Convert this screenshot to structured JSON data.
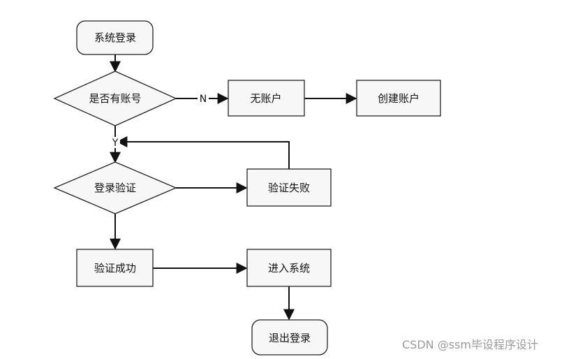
{
  "nodes": {
    "start": "系统登录",
    "has_account": "是否有账号",
    "no_account": "无账户",
    "create_account": "创建账户",
    "login_verify": "登录验证",
    "verify_fail": "验证失败",
    "verify_success": "验证成功",
    "enter_system": "进入系统",
    "logout": "退出登录"
  },
  "edge_labels": {
    "no": "N",
    "yes": "Y"
  },
  "watermark": "CSDN @ssm毕设程序设计"
}
